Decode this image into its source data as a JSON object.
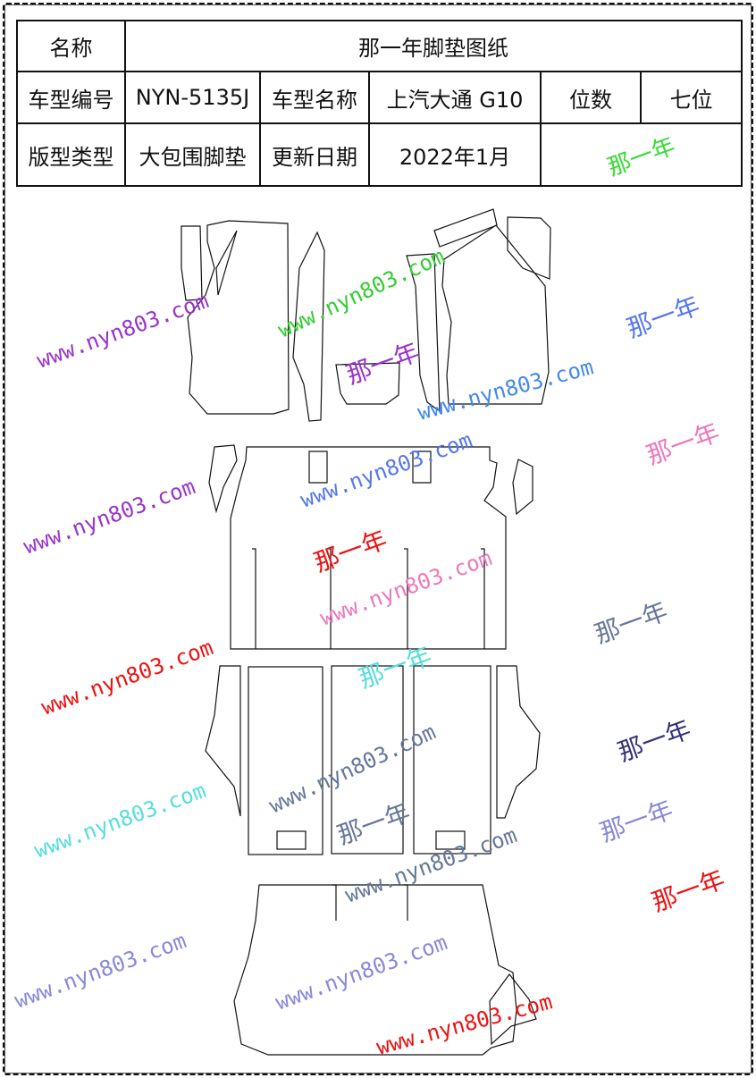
{
  "header": {
    "name_label": "名称",
    "title": "那一年脚垫图纸",
    "model_code_label": "车型编号",
    "model_code": "NYN-5135J",
    "model_name_label": "车型名称",
    "model_name": "上汽大通 G10",
    "seats_label": "位数",
    "seats": "七位",
    "pattern_type_label": "版型类型",
    "pattern_type": "大包围脚垫",
    "update_label": "更新日期",
    "update_date": "2022年1月",
    "stamp": "那一年"
  },
  "watermarks": {
    "url": "www.nyn803.com",
    "brand": "那一年"
  },
  "colors": {
    "stamp_green": "#33dd33",
    "wm_purple": "#9933cc",
    "wm_green": "#33cc33",
    "wm_blue": "#5577ee",
    "wm_pink": "#ee77bb",
    "wm_red": "#ee1111",
    "wm_cyan": "#55dddd",
    "wm_navy": "#333377",
    "wm_slate": "#667799",
    "wm_lavender": "#8888dd"
  }
}
